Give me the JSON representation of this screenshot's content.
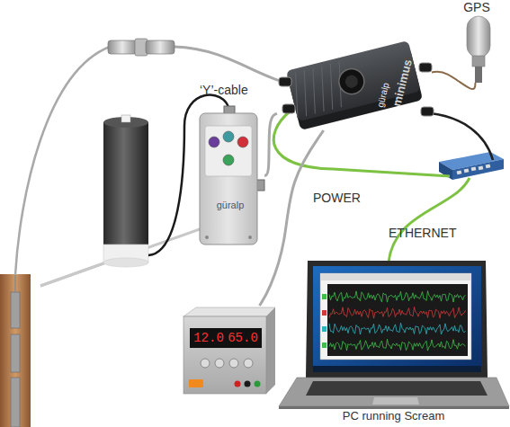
{
  "diagram": {
    "nodes": [
      {
        "text": [
          "GPS"
        ]
      },
      {
        "text": [
          "minimus",
          "güralp"
        ]
      },
      {
        "text": [
          "güralp"
        ]
      },
      {
        "text": [
          "PC running Scream"
        ]
      },
      {
        "text": [
          "12.0",
          "65.0"
        ]
      }
    ],
    "edges": [
      {
        "from": 1,
        "to": 0,
        "arrow": "none"
      },
      {
        "from": 1,
        "to": 2,
        "arrow": "none"
      },
      {
        "from": 1,
        "to": 4,
        "arrow": "none"
      }
    ],
    "labels": [
      "‘Y’-cable",
      "POWER",
      "ETHERNET"
    ]
  }
}
